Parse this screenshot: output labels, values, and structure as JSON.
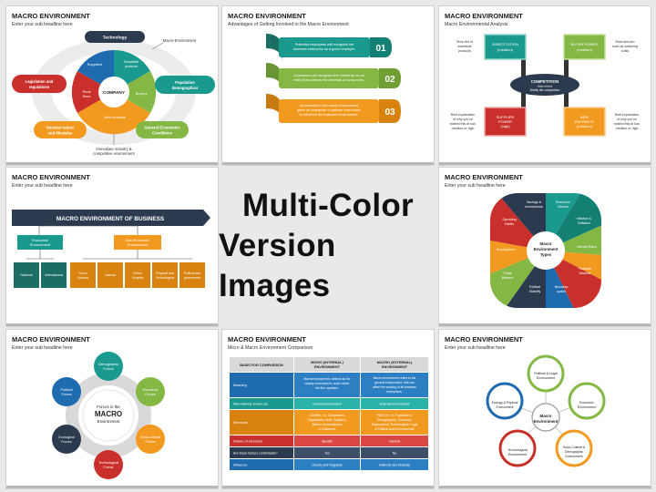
{
  "center": {
    "line1": "Multi-Color",
    "line2": "Version Images"
  },
  "slide1": {
    "title": "MACRO ENVIRONMENT",
    "sub": "Enter your sub headline here",
    "top": "Technology",
    "macro_label": "Macro-Environment",
    "left": [
      "Legislation and",
      "regulations"
    ],
    "right": [
      "Population",
      "demographics"
    ],
    "bl": [
      "Societal values",
      "and lifestyles"
    ],
    "br": [
      "General Economics",
      "Conditions"
    ],
    "bottom": [
      "Immediate industry &",
      "competitive environment"
    ],
    "center": "COMPANY",
    "suppliers": "Suppliers",
    "substitute": [
      "Substitute",
      "products"
    ],
    "rival": [
      "Rival",
      "firms"
    ],
    "buyers": "Buyers",
    "new": "New entrants"
  },
  "slide2": {
    "title": "MACRO ENVIRONMENT",
    "sub": "Advantages of Getting Involved in the Macro Environment",
    "items": [
      {
        "num": "01",
        "text": [
          "Potential employees will recognize the",
          "business enterprise as a good employer."
        ]
      },
      {
        "num": "02",
        "text": [
          "Consumers will recognize the enterprise as an",
          "entity that protects the interests of consumers."
        ]
      },
      {
        "num": "03",
        "text": [
          "Involvement in the macro environment",
          "gives an enterprise a platform from which",
          "to influence the business environment."
        ]
      }
    ]
  },
  "slide3": {
    "title": "MACRO ENVIRONMENT",
    "sub": "Macro Environmental Analysis",
    "sub_box": [
      "SUBSTITUTION",
      "(medium)"
    ],
    "buyer_box": [
      "BUYER POWER",
      "(medium)"
    ],
    "comp": [
      "COMPETITION",
      "(high rivalry)",
      "Briefly list competition"
    ],
    "supp_box": [
      "SUPPLIER",
      "POWER",
      "(high)"
    ],
    "new_box": [
      "NEW",
      "ENTRANTS",
      "(medium)"
    ],
    "tl": [
      "Short list of",
      "substitute",
      "products"
    ],
    "tr": [
      "Relevant info",
      "such as switching",
      "costs"
    ],
    "bl": [
      "Brief explanation",
      "of why you've",
      "ranked this at low,",
      "medium or high"
    ],
    "br": [
      "Brief explanation",
      "of why you've",
      "ranked this at low,",
      "medium or high"
    ]
  },
  "slide4": {
    "title": "MACRO ENVIRONMENT",
    "sub": "Enter your sub headline here",
    "header": "MACRO ENVIRONMENT OF BUSINESS",
    "econ": [
      "Economic",
      "Environment"
    ],
    "nonecon": [
      "Non-Economic",
      "Environment"
    ],
    "leaves": [
      [
        "National"
      ],
      [
        "International"
      ],
      [
        "Socio",
        "Cultural"
      ],
      [
        "Natural"
      ],
      [
        "Demo",
        "Graphic"
      ],
      [
        "Physical and",
        "Technological"
      ],
      [
        "Political and",
        "government"
      ]
    ]
  },
  "slide5": {
    "title": "MACRO ENVIRONMENT",
    "sub": "Enter your sub headline here",
    "center": [
      "Macro",
      "Environment",
      "Types"
    ],
    "items": [
      [
        "Savings &",
        "Investments"
      ],
      [
        "Economic",
        "Growth"
      ],
      [
        "Inflation &",
        "Deflation"
      ],
      [
        "Interest Rates"
      ],
      [
        "Financial",
        "Markets"
      ],
      [
        "Business",
        "cycles"
      ],
      [
        "Political",
        "Stability"
      ],
      [
        "Trade",
        "Barriers"
      ],
      [
        "Employment"
      ],
      [
        "Spending",
        "Habits"
      ]
    ]
  },
  "slide6": {
    "title": "MACRO ENVIRONMENT",
    "sub": "Enter your sub headline here",
    "center": [
      "Forces in the",
      "MACRO",
      "Environment"
    ],
    "items": [
      [
        "Demographic",
        "Forces"
      ],
      [
        "Economic",
        "Forces"
      ],
      [
        "Socio-cultural",
        "Forces"
      ],
      [
        "Technological",
        "Forces"
      ],
      [
        "Ecological",
        "Forces"
      ],
      [
        "Political",
        "Forces"
      ]
    ]
  },
  "slide7": {
    "title": "MACRO ENVIRONMENT",
    "sub": "Micro & Macro Environment Comparison",
    "head": [
      [
        "BASIS FOR COMPARISON"
      ],
      [
        "MICRO (INTERNAL)",
        "ENVIRONMENT"
      ],
      [
        "MACRO (EXTERNAL)",
        "ENVIRONMENT"
      ]
    ],
    "rows": [
      {
        "label": "Meaning",
        "micro": [
          "Microenvironment is defined as the",
          "nearby environment, under which",
          "the firm operates."
        ],
        "macro": [
          "Macro environment refers to the",
          "general environment, that can",
          "affect the working of all business",
          "enterprises."
        ]
      },
      {
        "label": "Alternatively known as",
        "micro": [
          "Internal Environment"
        ],
        "macro": [
          "External Environment"
        ]
      },
      {
        "label": "Elements",
        "micro": [
          "CODMIC, i.e. Competitors,",
          "Organization itself, Suppliers,",
          "Market, Intermediaries",
          "& Customers"
        ],
        "macro": [
          "PESTLE, i.e. Population &",
          "Demographics, Economic,",
          "Sociocultural, Technological, Legal",
          "& Political and Environmental"
        ]
      },
      {
        "label": "Nature of elements",
        "micro": [
          "Specific"
        ],
        "macro": [
          "General"
        ]
      },
      {
        "label": "Are these factors controllable?",
        "micro": [
          "Yes"
        ],
        "macro": [
          "No"
        ]
      },
      {
        "label": "Influence",
        "micro": [
          "Directly and Regularly"
        ],
        "macro": [
          "Indirectly and Distantly"
        ]
      }
    ]
  },
  "slide8": {
    "title": "MACRO ENVIRONMENT",
    "sub": "Enter your sub headline here",
    "center": [
      "Macro",
      "Environment"
    ],
    "items": [
      [
        "Political & Legal",
        "Environment"
      ],
      [
        "Economic",
        "Environment"
      ],
      [
        "Socio-Cultural &",
        "Demographic",
        "Environment"
      ],
      [
        "Technological",
        "Environment"
      ],
      [
        "Ecology & Physical",
        "Environment"
      ]
    ]
  },
  "colors": {
    "navy": "#2b3a4f",
    "teal": "#1a9a8e",
    "green": "#84b743",
    "orange": "#f29a1f",
    "red": "#c9302c",
    "blue": "#1f6bb0",
    "purple": "#6a3b8f"
  }
}
